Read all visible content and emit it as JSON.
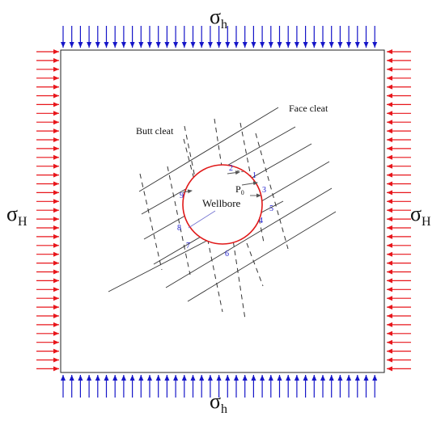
{
  "stress_labels": {
    "top": {
      "symbol": "σ",
      "subscript": "h"
    },
    "bottom": {
      "symbol": "σ",
      "subscript": "h"
    },
    "left": {
      "symbol": "σ",
      "subscript": "H"
    },
    "right": {
      "symbol": "σ",
      "subscript": "H"
    }
  },
  "labels": {
    "face_cleat": "Face cleat",
    "butt_cleat": "Butt cleat",
    "wellbore": "Wellbore",
    "pressure": {
      "symbol": "P",
      "subscript": "0"
    }
  },
  "point_labels": [
    "1",
    "2",
    "3",
    "4",
    "5",
    "6",
    "7",
    "8",
    "9"
  ],
  "colors": {
    "horizontal_arrows": "#e8161b",
    "vertical_arrows": "#1515c8",
    "wellbore": "#e01818",
    "point_labels": "#1a1acc",
    "lines": "#333333"
  }
}
